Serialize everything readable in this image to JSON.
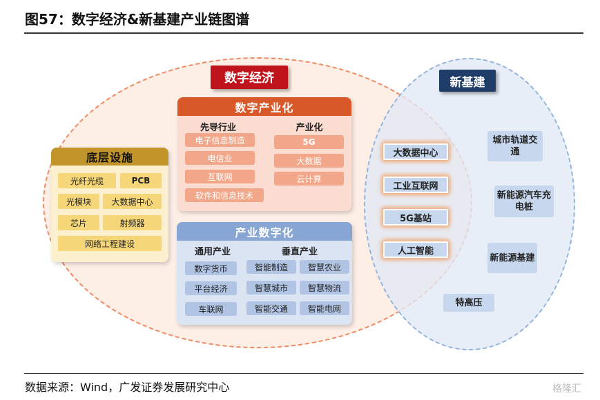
{
  "figure": {
    "title": "图57：数字经济&新基建产业链图谱",
    "source": "数据来源：Wind，广发证券发展研究中心",
    "watermark": "格隆汇"
  },
  "digital_economy": {
    "label": "数字经济",
    "industrialization": {
      "title": "数字产业化",
      "leading": {
        "heading": "先导行业",
        "items": [
          "电子信息制造",
          "电信业",
          "互联网",
          "软件和信息技术"
        ]
      },
      "industrialized": {
        "heading": "产业化",
        "items": [
          "5G",
          "大数据",
          "云计算"
        ]
      }
    },
    "digitalization": {
      "title": "产业数字化",
      "general": {
        "heading": "通用产业",
        "items": [
          "数字货币",
          "平台经济",
          "车联网"
        ]
      },
      "vertical": {
        "heading": "垂直产业",
        "items": [
          "智能制造",
          "智慧农业",
          "智慧城市",
          "智慧物流",
          "智能交通",
          "智能电网"
        ]
      }
    },
    "foundation": {
      "title": "底层设施",
      "items": [
        "光纤光缆",
        "PCB",
        "光模块",
        "大数据中心",
        "芯片",
        "射频器",
        "网络工程建设"
      ]
    }
  },
  "new_infrastructure": {
    "label": "新基建",
    "overlap_items": [
      "大数据中心",
      "工业互联网",
      "5G基站",
      "人工智能"
    ],
    "items": [
      "城市轨道交通",
      "新能源汽车充电桩",
      "新能源基建",
      "特高压"
    ]
  },
  "colors": {
    "digital_tag": "#c0141c",
    "new_infra_tag": "#1f3d68",
    "industrialization_header": "#d8582a",
    "digitalization_header": "#87a6d3",
    "foundation_header": "#c2952a"
  }
}
